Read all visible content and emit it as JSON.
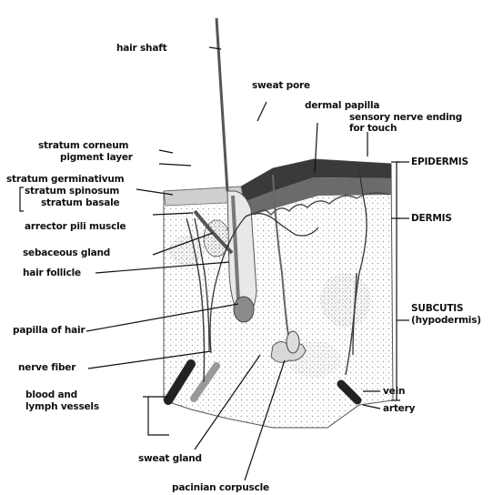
{
  "labels": {
    "hair_shaft": "hair shaft",
    "sweat_pore": "sweat pore",
    "dermal_papilla": "dermal papilla",
    "sensory_nerve_line1": "sensory nerve ending",
    "sensory_nerve_line2": "for touch",
    "stratum_corneum": "stratum corneum",
    "pigment_layer": "pigment layer",
    "stratum_germinativum": "stratum germinativum",
    "stratum_spinosum": "stratum spinosum",
    "stratum_basale": "stratum basale",
    "arrector_pili": "arrector pili muscle",
    "sebaceous_gland": "sebaceous gland",
    "hair_follicle": "hair follicle",
    "papilla_of_hair": "papilla of hair",
    "nerve_fiber": "nerve fiber",
    "blood_vessels_line1": "blood and",
    "blood_vessels_line2": "lymph vessels",
    "sweat_gland": "sweat gland",
    "pacinian_corpuscle": "pacinian corpuscle",
    "epidermis": "EPIDERMIS",
    "dermis": "DERMIS",
    "subcutis_line1": "SUBCUTIS",
    "subcutis_line2": "(hypodermis)",
    "vein": "vein",
    "artery": "artery"
  }
}
